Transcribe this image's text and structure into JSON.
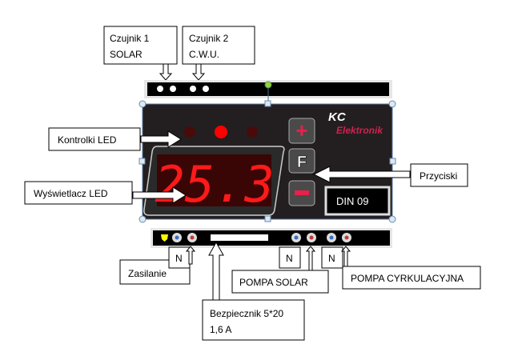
{
  "labels": {
    "sensor1": [
      "Czujnik 1",
      "SOLAR"
    ],
    "sensor2": [
      "Czujnik 2",
      "C.W.U."
    ],
    "leds": "Kontrolki LED",
    "display": "Wyświetlacz LED",
    "buttons": "Przyciski",
    "power": "Zasilanie",
    "pump_solar": "POMPA SOLAR",
    "pump_circ": "POMPA  CYRKULACYJNA",
    "fuse": [
      "Bezpiecznik  5*20",
      "1,6 A"
    ],
    "neutral": "N"
  },
  "device": {
    "brand_top": "KC",
    "brand_bottom": "Elektronik",
    "display_value": "25.3",
    "model": "DIN 09",
    "btn_plus": "+",
    "btn_f": "F",
    "btn_minus": "−"
  },
  "colors": {
    "body": "#231f20",
    "led_on": "#ff0000",
    "led_off": "#4a0a0a",
    "segment": "#ff1a1a",
    "brand": "#d0214f"
  }
}
